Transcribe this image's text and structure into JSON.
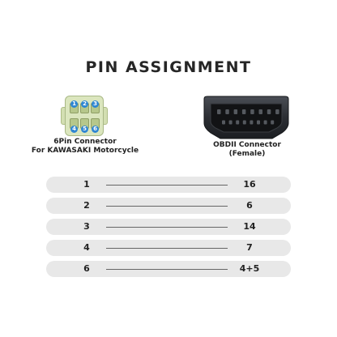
{
  "title": "PIN ASSIGNMENT",
  "left_connector": {
    "name_line1": "6Pin Connector",
    "name_line2": "For KAWASAKI Motorcycle",
    "pin_labels": [
      "1",
      "2",
      "3",
      "4",
      "5",
      "6"
    ]
  },
  "right_connector": {
    "name_line1": "OBDII Connector",
    "name_line2": "(Female)"
  },
  "pin_map": [
    {
      "from": "1",
      "to": "16"
    },
    {
      "from": "2",
      "to": "6"
    },
    {
      "from": "3",
      "to": "14"
    },
    {
      "from": "4",
      "to": "7"
    },
    {
      "from": "6",
      "to": "4+5"
    }
  ],
  "colors": {
    "connector_body": "#dbe6be",
    "pin_badge": "#2f86d2",
    "obd_body": "#2b2e33",
    "row_background": "#e8e8e8"
  }
}
